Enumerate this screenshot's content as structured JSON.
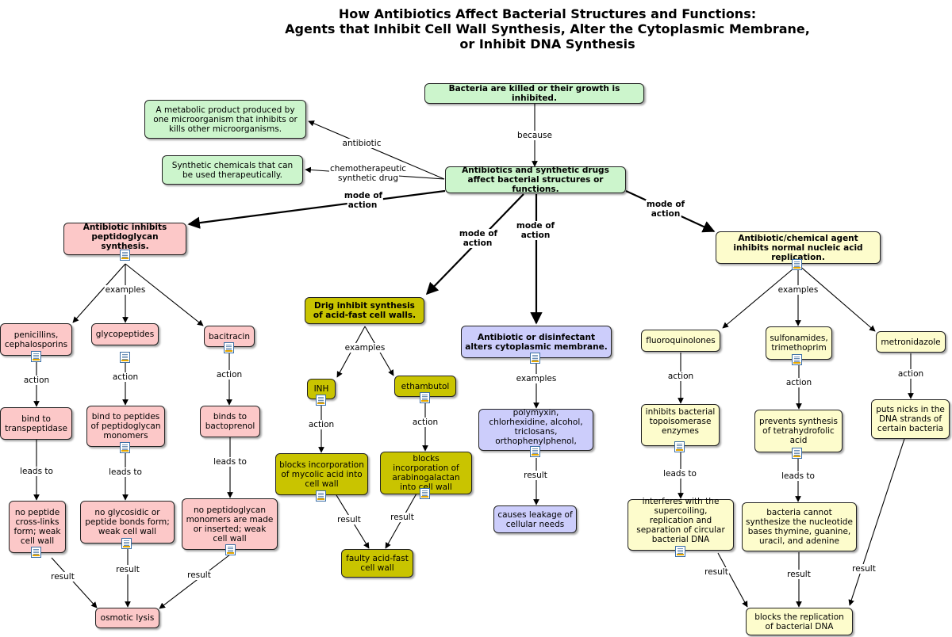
{
  "title": {
    "line1": "How Antibiotics Affect Bacterial Structures and Functions:",
    "line2": "Agents that Inhibit Cell Wall Synthesis, Alter the Cytoplasmic Membrane,",
    "line3": "or Inhibit DNA Synthesis"
  },
  "colors": {
    "green_node": "#ccf5cc",
    "pink_node": "#fcc8c8",
    "olive_node": "#c9c400",
    "blue_node": "#cccdfb",
    "yellow_node": "#fdfccc"
  },
  "icons": [
    "resource-icon"
  ],
  "nodes": {
    "killed": "Bacteria are killed or their growth is inhibited.",
    "antibiotic_def": "A metabolic product produced by one microorganism that inhibits or kills other microorganisms.",
    "synthetic_def": "Synthetic chemicals that can be used therapeutically.",
    "affect": "Antibiotics and synthetic drugs affect bacterial structures or functions.",
    "peptidoglycan": "Antibiotic inhibits peptidoglycan synthesis.",
    "acid_fast": "Drig inhibit synthesis of acid-fast cell walls.",
    "membrane": "Antibiotic or disinfectant alters cytoplasmic membrane.",
    "nucleic": "Antibiotic/chemical agent inhibits normal nucleic acid replication.",
    "penicillins": "penicillins, cephalosporins",
    "glycopeptides": "glycopeptides",
    "bacitracin": "bacitracin",
    "bind_transpeptidase": "bind to transpeptidase",
    "bind_peptides": "bind to peptides of peptidoglycan monomers",
    "bactoprenol": "binds to bactoprenol",
    "no_crosslinks": "no peptide cross-links form; weak cell wall",
    "no_glycosidic": "no glycosidic or peptide bonds form; weak cell wall",
    "no_monomers": "no peptidoglycan monomers are made or inserted; weak cell wall",
    "osmotic_lysis": "osmotic lysis",
    "inh": "INH",
    "ethambutol": "ethambutol",
    "blocks_mycolic": "blocks incorporation of mycolic acid into cell wall",
    "blocks_arabino": "blocks incorporation of arabinogalactan into cell wall",
    "faulty": "faulty acid-fast cell wall",
    "polymyxin": "polymyxin, chlorhexidine, alcohol, triclosans, orthophenylphenol,",
    "leakage": "causes leakage of cellular needs",
    "fluoroquinolones": "fluoroquinolones",
    "sulfonamides": "sulfonamides, trimethoprim",
    "metronidazole": "metronidazole",
    "topoisomerase": "inhibits bacterial topoisomerase enzymes",
    "tetrahydrofolic": "prevents synthesis of tetrahydrofolic acid",
    "nicks": "puts nicks in the DNA strands of certain bacteria",
    "supercoiling": "interferes with the supercoiling, replication and separation of circular bacterial DNA",
    "cannot_synthesize": "bacteria cannot synthesize the nucleotide bases thymine, guanine, uracil, and adenine",
    "blocks_replication": "blocks the replication of bacterial DNA"
  },
  "links": {
    "because": "because",
    "antibiotic": "antibiotic",
    "chemotherapeutic": "chemotherapeutic",
    "synthetic_drug": "synthetic drug",
    "mode_of": "mode of",
    "action": "action",
    "examples": "examples",
    "leads_to": "leads to",
    "result": "result"
  }
}
